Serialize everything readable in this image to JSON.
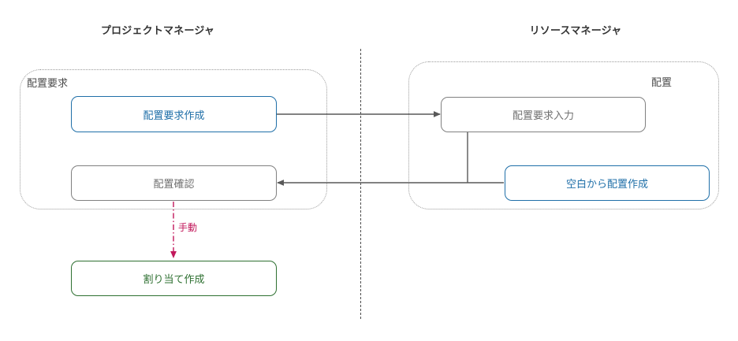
{
  "diagram": {
    "title_left": "プロジェクトマネージャ",
    "title_right": "リソースマネージャ",
    "colors": {
      "accent_blue": "#1f6fa8",
      "accent_green": "#2e7031",
      "node_gray": "#707070",
      "border_gray": "#808080",
      "manual_crimson": "#c2185b",
      "divider_gray": "#4d4d4d",
      "group_dotted": "#9a9a9a",
      "background": "#ffffff"
    },
    "groups": [
      {
        "id": "group-left",
        "label": "配置要求"
      },
      {
        "id": "group-right",
        "label": "配置"
      }
    ],
    "nodes": [
      {
        "id": "node-create-req",
        "label": "配置要求作成",
        "style": "accent-blue"
      },
      {
        "id": "node-confirm",
        "label": "配置確認",
        "style": "gray"
      },
      {
        "id": "node-assign",
        "label": "割り当て作成",
        "style": "accent-green"
      },
      {
        "id": "node-input-req",
        "label": "配置要求入力",
        "style": "gray"
      },
      {
        "id": "node-create-blank",
        "label": "空白から配置作成",
        "style": "accent-blue"
      }
    ],
    "edges": [
      {
        "id": "edge-createreq-to-inputreq",
        "from": "配置要求作成",
        "to": "配置要求入力",
        "label": "",
        "style": "solid"
      },
      {
        "id": "edge-createblank-to-confirm",
        "from": "空白から配置作成",
        "to": "配置確認",
        "label": "",
        "style": "solid"
      },
      {
        "id": "edge-inputreq-branch",
        "from": "配置要求入力",
        "to": "配置確認",
        "label": "",
        "style": "solid"
      },
      {
        "id": "edge-confirm-to-assign",
        "from": "配置確認",
        "to": "割り当て作成",
        "label": "手動",
        "style": "dash-dot"
      }
    ],
    "edge_labels": {
      "manual": "手動"
    }
  }
}
